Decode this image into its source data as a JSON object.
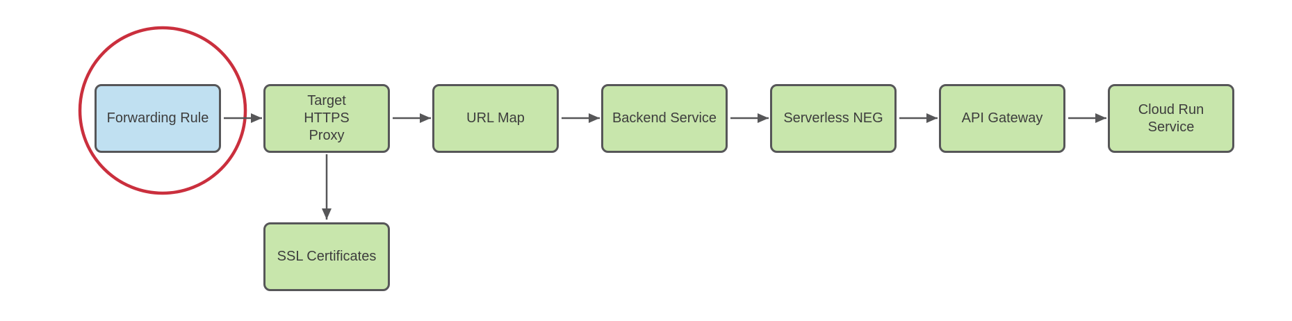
{
  "diagram": {
    "colors": {
      "background": "#ffffff",
      "node_green_fill": "#c8e6ac",
      "node_blue_fill": "#c0e0f1",
      "node_border": "#565658",
      "connector": "#565658",
      "highlight_red": "#ca2f3d",
      "label_text": "#3d3d3d"
    },
    "nodes": [
      {
        "id": "forwarding-rule",
        "label": "Forwarding Rule",
        "fill": "blue",
        "highlighted": true
      },
      {
        "id": "target-https-proxy",
        "label": "Target HTTPS Proxy",
        "fill": "green",
        "highlighted": false
      },
      {
        "id": "url-map",
        "label": "URL Map",
        "fill": "green",
        "highlighted": false
      },
      {
        "id": "backend-service",
        "label": "Backend Service",
        "fill": "green",
        "highlighted": false
      },
      {
        "id": "serverless-neg",
        "label": "Serverless NEG",
        "fill": "green",
        "highlighted": false
      },
      {
        "id": "api-gateway",
        "label": "API Gateway",
        "fill": "green",
        "highlighted": false
      },
      {
        "id": "cloud-run-service",
        "label": "Cloud Run Service",
        "fill": "green",
        "highlighted": false
      },
      {
        "id": "ssl-certificates",
        "label": "SSL Certificates",
        "fill": "green",
        "highlighted": false
      }
    ],
    "edges": [
      {
        "from": "forwarding-rule",
        "to": "target-https-proxy"
      },
      {
        "from": "target-https-proxy",
        "to": "url-map"
      },
      {
        "from": "url-map",
        "to": "backend-service"
      },
      {
        "from": "backend-service",
        "to": "serverless-neg"
      },
      {
        "from": "serverless-neg",
        "to": "api-gateway"
      },
      {
        "from": "api-gateway",
        "to": "cloud-run-service"
      },
      {
        "from": "target-https-proxy",
        "to": "ssl-certificates"
      }
    ]
  }
}
